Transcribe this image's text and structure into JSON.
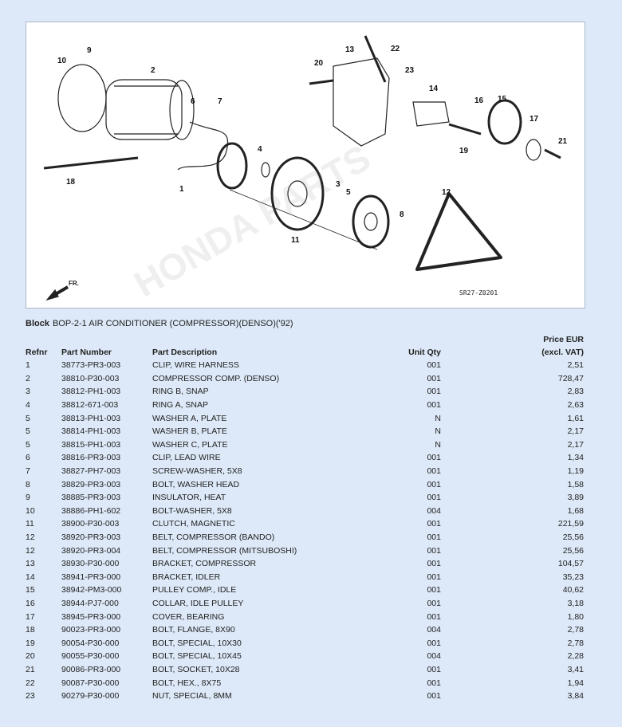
{
  "diagram": {
    "code": "SR27-Z0201",
    "front_label": "FR.",
    "callouts": [
      "10",
      "9",
      "2",
      "6",
      "7",
      "4",
      "18",
      "1",
      "11",
      "3",
      "5",
      "8",
      "12",
      "20",
      "13",
      "22",
      "23",
      "14",
      "16",
      "15",
      "17",
      "19",
      "21"
    ]
  },
  "block": {
    "label": "Block",
    "value": "BOP-2-1 AIR CONDITIONER (COMPRESSOR)(DENSO)('92)"
  },
  "table": {
    "headers": {
      "refnr": "Refnr",
      "part_number": "Part Number",
      "description": "Part Description",
      "unit_qty": "Unit Qty",
      "price_line1": "Price EUR",
      "price_line2": "(excl. VAT)"
    },
    "rows": [
      {
        "ref": "1",
        "pn": "38773-PR3-003",
        "desc": "CLIP, WIRE HARNESS",
        "qty": "001",
        "price": "2,51"
      },
      {
        "ref": "2",
        "pn": "38810-P30-003",
        "desc": "COMPRESSOR COMP. (DENSO)",
        "qty": "001",
        "price": "728,47"
      },
      {
        "ref": "3",
        "pn": "38812-PH1-003",
        "desc": "RING B, SNAP",
        "qty": "001",
        "price": "2,83"
      },
      {
        "ref": "4",
        "pn": "38812-671-003",
        "desc": "RING A, SNAP",
        "qty": "001",
        "price": "2,63"
      },
      {
        "ref": "5",
        "pn": "38813-PH1-003",
        "desc": "WASHER A, PLATE",
        "qty": "N",
        "price": "1,61"
      },
      {
        "ref": "5",
        "pn": "38814-PH1-003",
        "desc": "WASHER B, PLATE",
        "qty": "N",
        "price": "2,17"
      },
      {
        "ref": "5",
        "pn": "38815-PH1-003",
        "desc": "WASHER C, PLATE",
        "qty": "N",
        "price": "2,17"
      },
      {
        "ref": "6",
        "pn": "38816-PR3-003",
        "desc": "CLIP, LEAD WIRE",
        "qty": "001",
        "price": "1,34"
      },
      {
        "ref": "7",
        "pn": "38827-PH7-003",
        "desc": "SCREW-WASHER, 5X8",
        "qty": "001",
        "price": "1,19"
      },
      {
        "ref": "8",
        "pn": "38829-PR3-003",
        "desc": "BOLT, WASHER HEAD",
        "qty": "001",
        "price": "1,58"
      },
      {
        "ref": "9",
        "pn": "38885-PR3-003",
        "desc": "INSULATOR, HEAT",
        "qty": "001",
        "price": "3,89"
      },
      {
        "ref": "10",
        "pn": "38886-PH1-602",
        "desc": "BOLT-WASHER, 5X8",
        "qty": "004",
        "price": "1,68"
      },
      {
        "ref": "11",
        "pn": "38900-P30-003",
        "desc": "CLUTCH, MAGNETIC",
        "qty": "001",
        "price": "221,59"
      },
      {
        "ref": "12",
        "pn": "38920-PR3-003",
        "desc": "BELT, COMPRESSOR (BANDO)",
        "qty": "001",
        "price": "25,56"
      },
      {
        "ref": "12",
        "pn": "38920-PR3-004",
        "desc": "BELT, COMPRESSOR (MITSUBOSHI)",
        "qty": "001",
        "price": "25,56"
      },
      {
        "ref": "13",
        "pn": "38930-P30-000",
        "desc": "BRACKET, COMPRESSOR",
        "qty": "001",
        "price": "104,57"
      },
      {
        "ref": "14",
        "pn": "38941-PR3-000",
        "desc": "BRACKET, IDLER",
        "qty": "001",
        "price": "35,23"
      },
      {
        "ref": "15",
        "pn": "38942-PM3-000",
        "desc": "PULLEY COMP., IDLE",
        "qty": "001",
        "price": "40,62"
      },
      {
        "ref": "16",
        "pn": "38944-PJ7-000",
        "desc": "COLLAR, IDLE PULLEY",
        "qty": "001",
        "price": "3,18"
      },
      {
        "ref": "17",
        "pn": "38945-PR3-000",
        "desc": "COVER, BEARING",
        "qty": "001",
        "price": "1,80"
      },
      {
        "ref": "18",
        "pn": "90023-PR3-000",
        "desc": "BOLT, FLANGE, 8X90",
        "qty": "004",
        "price": "2,78"
      },
      {
        "ref": "19",
        "pn": "90054-P30-000",
        "desc": "BOLT, SPECIAL, 10X30",
        "qty": "001",
        "price": "2,78"
      },
      {
        "ref": "20",
        "pn": "90055-P30-000",
        "desc": "BOLT, SPECIAL, 10X45",
        "qty": "004",
        "price": "2,28"
      },
      {
        "ref": "21",
        "pn": "90086-PR3-000",
        "desc": "BOLT, SOCKET, 10X28",
        "qty": "001",
        "price": "3,41"
      },
      {
        "ref": "22",
        "pn": "90087-P30-000",
        "desc": "BOLT, HEX., 8X75",
        "qty": "001",
        "price": "1,94"
      },
      {
        "ref": "23",
        "pn": "90279-P30-000",
        "desc": "NUT, SPECIAL, 8MM",
        "qty": "001",
        "price": "3,84"
      }
    ]
  }
}
